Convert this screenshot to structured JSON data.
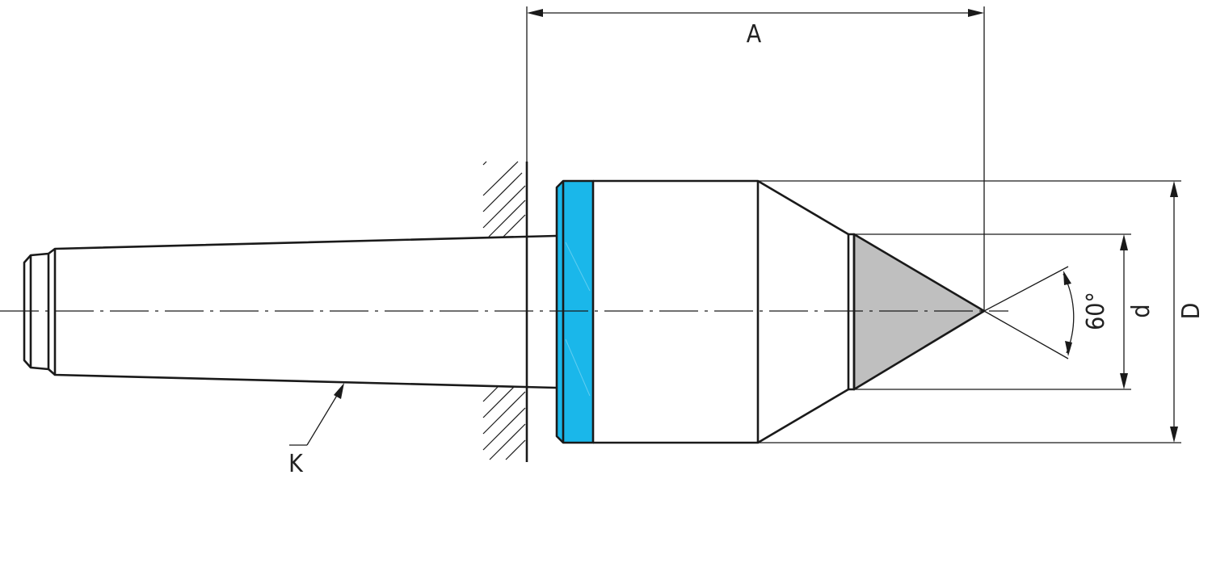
{
  "drawing": {
    "labels": {
      "overall_length": "A",
      "body_diameter": "D",
      "tip_diameter": "d",
      "cone_angle": "60°",
      "taper": "K"
    },
    "colors": {
      "bearing_ring": "#1ab7ea",
      "carbide_tip": "#bfbfbf",
      "line": "#1a1a1a",
      "background": "#ffffff"
    }
  }
}
